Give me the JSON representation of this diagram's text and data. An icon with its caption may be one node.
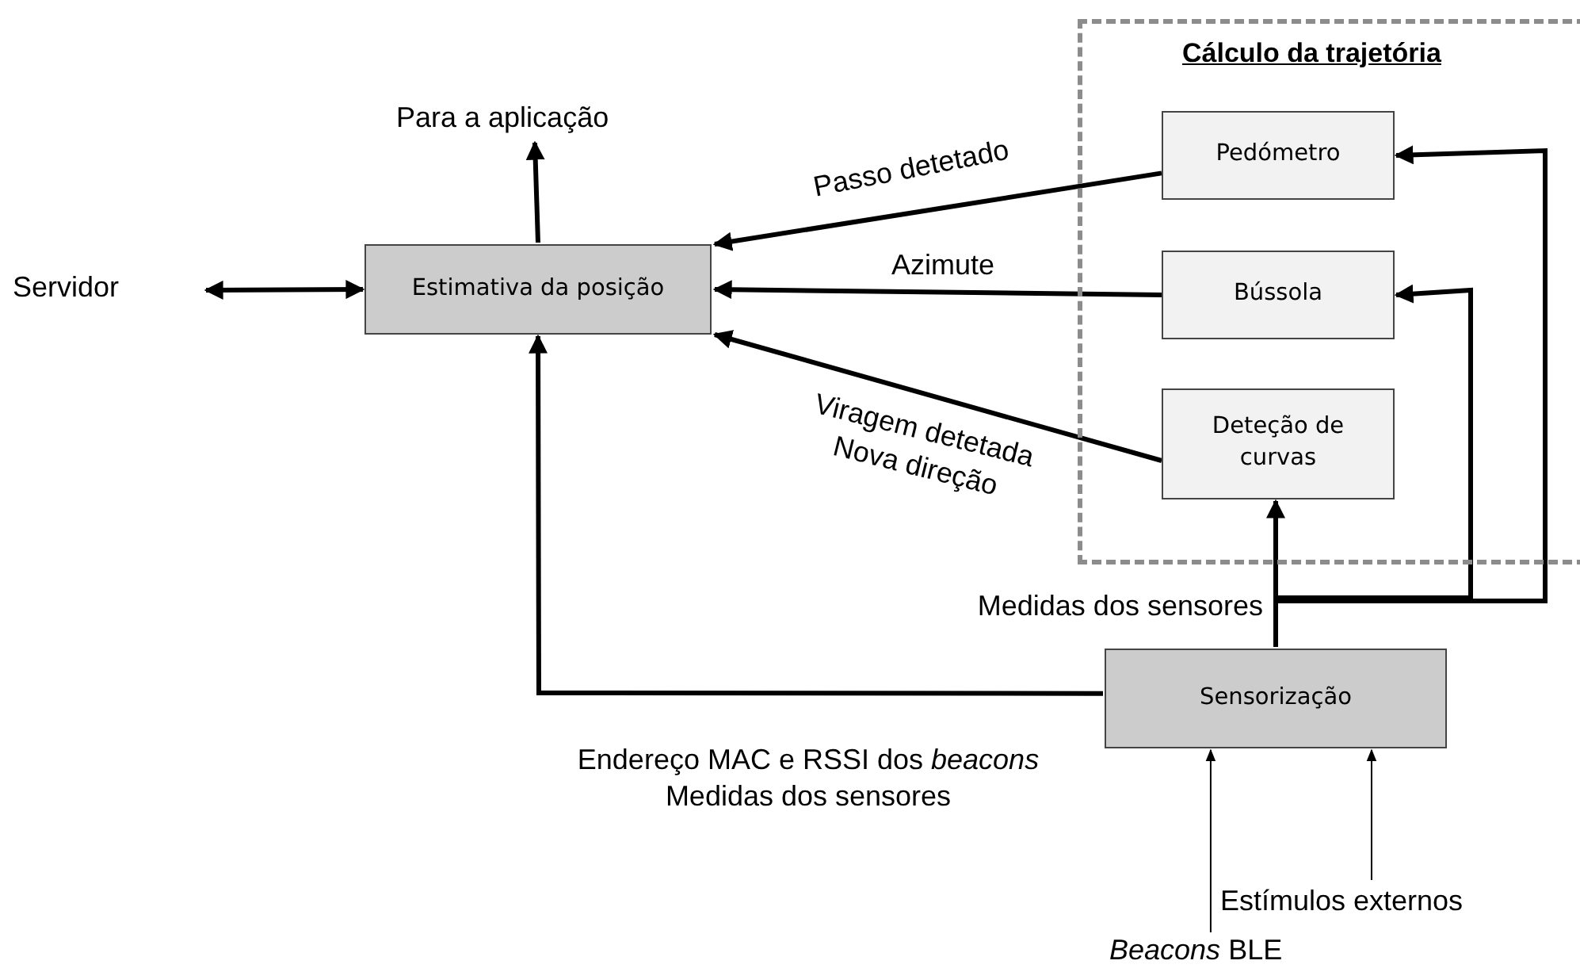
{
  "diagram": {
    "nodes": [
      {
        "text": [
          "Cálculo da trajetória"
        ]
      },
      {
        "text": [
          "Pedómetro"
        ],
        "in": 0
      },
      {
        "text": [
          "Bússola"
        ],
        "in": 0
      },
      {
        "text": [
          "Deteção de curvas"
        ],
        "in": 0
      },
      {
        "text": [
          "Estimativa da posição"
        ]
      },
      {
        "text": [
          "Servidor"
        ]
      },
      {
        "text": [
          "Para a aplicação"
        ]
      },
      {
        "text": [
          "Sensorização"
        ]
      },
      {
        "text": [
          "Estímulos externos"
        ]
      },
      {
        "text": [
          "*Beacons* BLE"
        ]
      }
    ],
    "edges": [
      {
        "from": 5,
        "to": 4,
        "arrow": "both"
      },
      {
        "from": 4,
        "to": 6,
        "arrow": "to"
      },
      {
        "from": 1,
        "to": 4,
        "arrow": "to",
        "label": "Passo detetado"
      },
      {
        "from": 2,
        "to": 4,
        "arrow": "to",
        "label": "Azimute"
      },
      {
        "from": 3,
        "to": 4,
        "arrow": "to",
        "label": "Viragem detetada Nova direção"
      },
      {
        "from": 7,
        "to": 4,
        "arrow": "to",
        "label": "Endereço MAC e RSSI dos *beacons* Medidas dos sensores"
      },
      {
        "from": 7,
        "to": 3,
        "arrow": "to",
        "label": "Medidas dos sensores"
      },
      {
        "from": 7,
        "to": 2,
        "arrow": "to"
      },
      {
        "from": 7,
        "to": 1,
        "arrow": "to"
      },
      {
        "from": 9,
        "to": 7,
        "arrow": "to"
      },
      {
        "from": 8,
        "to": 7,
        "arrow": "to"
      }
    ]
  }
}
